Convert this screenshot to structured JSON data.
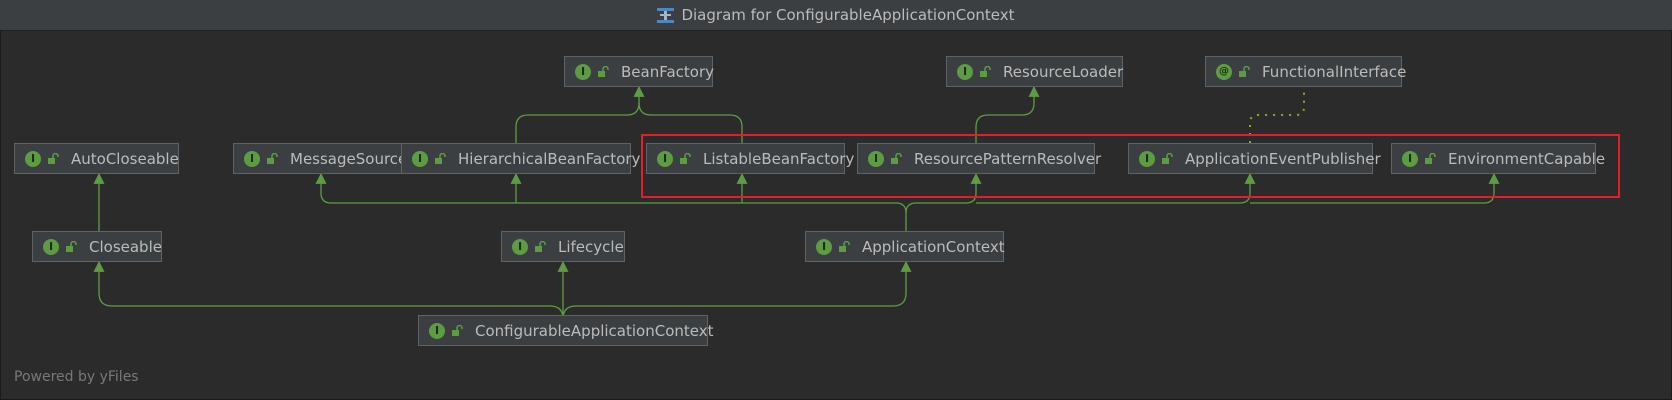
{
  "window": {
    "title": "Diagram for ConfigurableApplicationContext"
  },
  "nodes": {
    "bean_factory": {
      "badge": "I",
      "label": "BeanFactory"
    },
    "resource_loader": {
      "badge": "I",
      "label": "ResourceLoader"
    },
    "functional_interface": {
      "badge": "@",
      "label": "FunctionalInterface"
    },
    "auto_closeable": {
      "badge": "I",
      "label": "AutoCloseable"
    },
    "message_source": {
      "badge": "I",
      "label": "MessageSource"
    },
    "hierarchical_bean_factory": {
      "badge": "I",
      "label": "HierarchicalBeanFactory"
    },
    "listable_bean_factory": {
      "badge": "I",
      "label": "ListableBeanFactory"
    },
    "resource_pattern_resolver": {
      "badge": "I",
      "label": "ResourcePatternResolver"
    },
    "application_event_publisher": {
      "badge": "I",
      "label": "ApplicationEventPublisher"
    },
    "environment_capable": {
      "badge": "I",
      "label": "EnvironmentCapable"
    },
    "closeable": {
      "badge": "I",
      "label": "Closeable"
    },
    "lifecycle": {
      "badge": "I",
      "label": "Lifecycle"
    },
    "application_context": {
      "badge": "I",
      "label": "ApplicationContext"
    },
    "configurable_application_context": {
      "badge": "I",
      "label": "ConfigurableApplicationContext"
    }
  },
  "colors": {
    "background": "#2b2b2b",
    "node_fill": "#3c3f41",
    "node_border": "#5f6366",
    "edge_green": "#5e9c44",
    "annotation_dotted": "#9aa51b",
    "highlight_red": "#e51d2a"
  },
  "footer": {
    "text": "Powered by yFiles"
  }
}
